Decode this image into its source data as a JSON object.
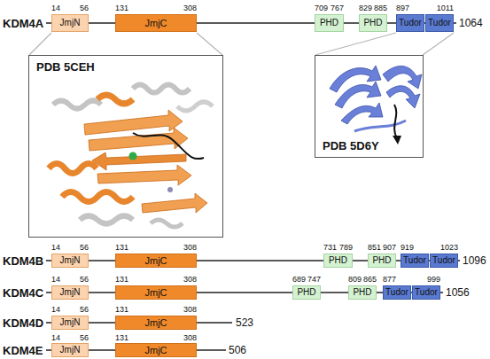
{
  "diagram": {
    "nodes": [
      {
        "text": [
          "JmjN"
        ]
      },
      {
        "text": [
          "JmjC"
        ]
      },
      {
        "text": [
          "PHD"
        ]
      },
      {
        "text": [
          "PHD"
        ]
      },
      {
        "text": [
          "Tudor"
        ]
      },
      {
        "text": [
          "Tudor"
        ]
      },
      {
        "text": [
          "PDB 5CEH"
        ]
      },
      {
        "text": [
          "PDB 5D6Y"
        ]
      },
      {
        "text": [
          "JmjN"
        ]
      },
      {
        "text": [
          "JmjC"
        ]
      },
      {
        "text": [
          "PHD"
        ]
      },
      {
        "text": [
          "PHD"
        ]
      },
      {
        "text": [
          "Tudor"
        ]
      },
      {
        "text": [
          "Tudor"
        ]
      },
      {
        "text": [
          "JmjN"
        ]
      },
      {
        "text": [
          "JmjC"
        ]
      },
      {
        "text": [
          "PHD"
        ]
      },
      {
        "text": [
          "PHD"
        ]
      },
      {
        "text": [
          "Tudor"
        ]
      },
      {
        "text": [
          "Tudor"
        ]
      },
      {
        "text": [
          "JmjN"
        ]
      },
      {
        "text": [
          "JmjC"
        ]
      },
      {
        "text": [
          "JmjN"
        ]
      },
      {
        "text": [
          "JmjC"
        ]
      }
    ],
    "labels": [
      "KDM4A",
      "14",
      "56",
      "131",
      "308",
      "709",
      "767",
      "829",
      "885",
      "897",
      "1011",
      "1064",
      "KDM4B",
      "14",
      "56",
      "131",
      "308",
      "731",
      "789",
      "851",
      "907",
      "919",
      "1023",
      "1096",
      "KDM4C",
      "14",
      "56",
      "131",
      "308",
      "689",
      "747",
      "809",
      "865",
      "877",
      "999",
      "1056",
      "KDM4D",
      "14",
      "56",
      "131",
      "308",
      "523",
      "KDM4E",
      "14",
      "56",
      "131",
      "308",
      "506"
    ]
  }
}
